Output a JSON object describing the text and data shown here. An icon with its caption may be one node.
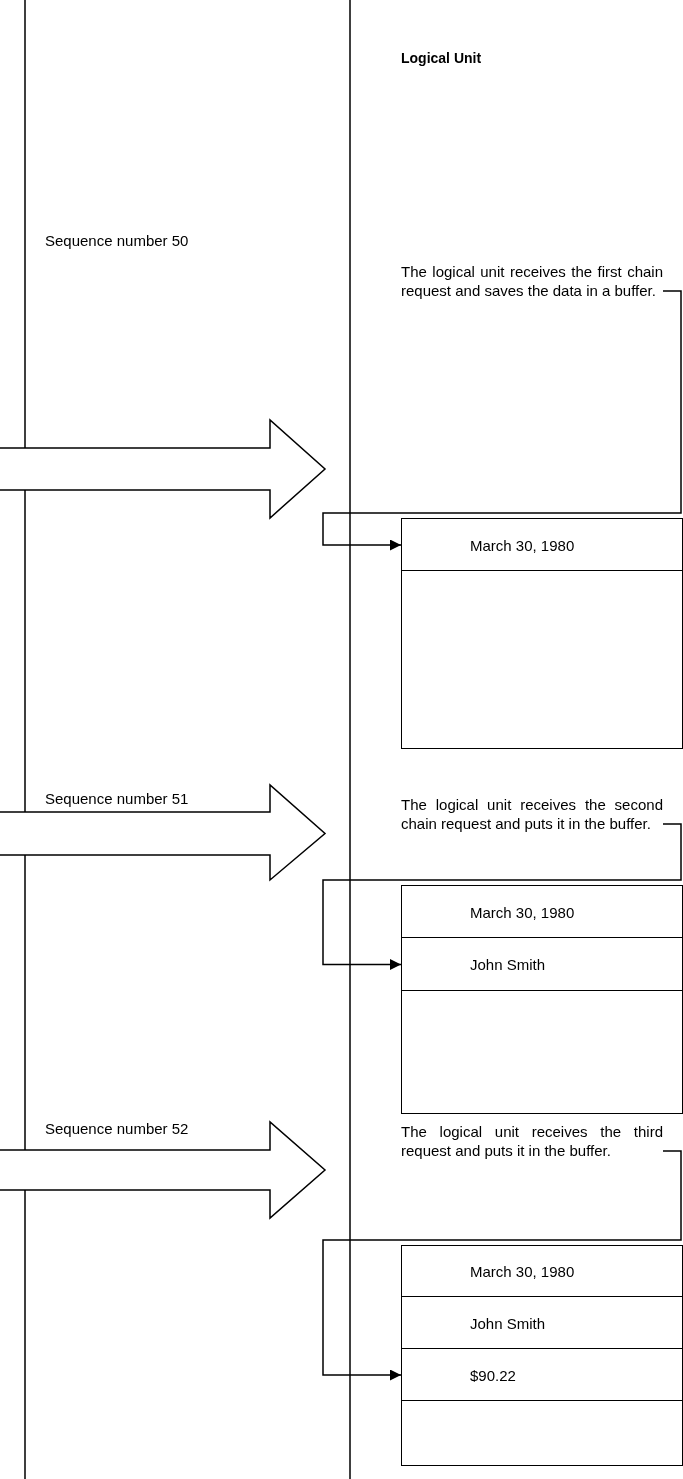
{
  "diagram": {
    "nodes": [
      {
        "text": [
          "The logical unit receives the first chain request and saves the data in a buffer."
        ]
      },
      {
        "text": [],
        "shape": "box"
      },
      {
        "text": [
          "March 30, 1980"
        ],
        "in": 1
      },
      {
        "text": [
          "The logical unit receives the second chain request and puts it in the buffer."
        ]
      },
      {
        "text": [],
        "shape": "box"
      },
      {
        "text": [
          "March 30, 1980"
        ],
        "in": 4
      },
      {
        "text": [
          "John Smith"
        ],
        "in": 4
      },
      {
        "text": [
          "The logical unit receives the third request and puts it in the buffer."
        ]
      },
      {
        "text": [],
        "shape": "box"
      },
      {
        "text": [
          "March 30, 1980"
        ],
        "in": 8
      },
      {
        "text": [
          "John Smith"
        ],
        "in": 8
      },
      {
        "text": [
          "$90.22"
        ],
        "in": 8
      }
    ],
    "edges": [
      {
        "from": 0,
        "to": 2,
        "arrow": "to"
      },
      {
        "from": 3,
        "to": 6,
        "arrow": "to"
      },
      {
        "from": 7,
        "to": 11,
        "arrow": "to"
      }
    ],
    "labels": [
      "Logical Unit",
      "Sequence number 50",
      "Sequence number 51",
      "Sequence number 52"
    ]
  }
}
